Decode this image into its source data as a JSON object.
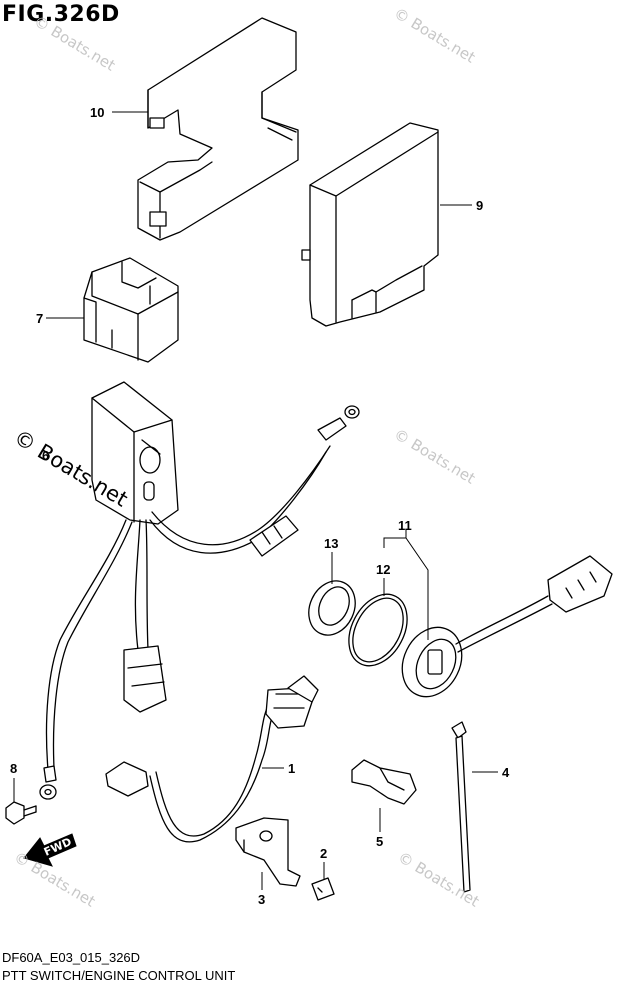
{
  "figure": {
    "title": "FIG.326D",
    "code": "DF60A_E03_015_326D",
    "caption": "PTT SWITCH/ENGINE CONTROL UNIT"
  },
  "watermark": {
    "primary": "© Boats.net",
    "faint": "© Boats.net"
  },
  "forward_arrow": {
    "label": "FWD"
  },
  "callouts": [
    {
      "id": "1",
      "label": "1"
    },
    {
      "id": "2",
      "label": "2"
    },
    {
      "id": "3",
      "label": "3"
    },
    {
      "id": "4",
      "label": "4"
    },
    {
      "id": "5",
      "label": "5"
    },
    {
      "id": "6",
      "label": "6"
    },
    {
      "id": "7",
      "label": "7"
    },
    {
      "id": "8",
      "label": "8"
    },
    {
      "id": "9",
      "label": "9"
    },
    {
      "id": "10",
      "label": "10"
    },
    {
      "id": "11",
      "label": "11"
    },
    {
      "id": "12",
      "label": "12"
    },
    {
      "id": "13",
      "label": "13"
    }
  ],
  "colors": {
    "line": "#000000",
    "watermark": "#c7c7c7",
    "background": "#ffffff"
  }
}
